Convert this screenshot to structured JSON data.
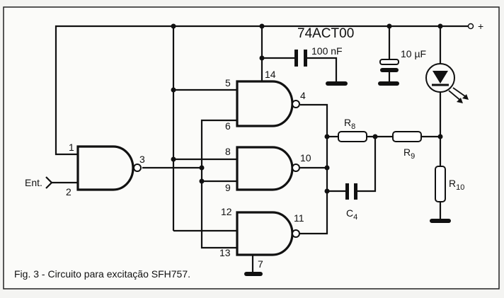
{
  "figure": {
    "caption": "Fig. 3 - Circuito para excitação SFH757.",
    "ic_label": "74ACT00",
    "supply_label": "+",
    "input_label": "Ent."
  },
  "components": {
    "c_decoupling": "100 nF",
    "c_supply": "10 µF",
    "r8": {
      "letter": "R",
      "sub": "8"
    },
    "r9": {
      "letter": "R",
      "sub": "9"
    },
    "r10": {
      "letter": "R",
      "sub": "10"
    },
    "c4": {
      "letter": "C",
      "sub": "4"
    }
  },
  "pins": {
    "p1": "1",
    "p2": "2",
    "p3": "3",
    "p4": "4",
    "p5": "5",
    "p6": "6",
    "p7": "7",
    "p8": "8",
    "p9": "9",
    "p10": "10",
    "p11": "11",
    "p12": "12",
    "p13": "13",
    "p14": "14"
  }
}
